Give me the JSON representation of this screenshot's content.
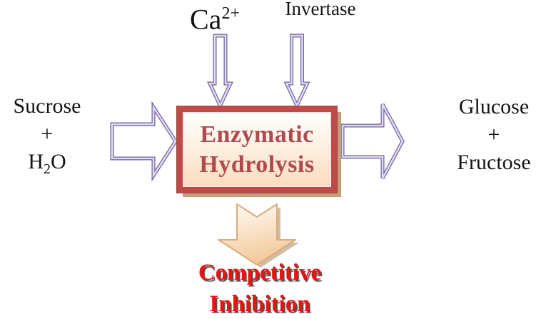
{
  "colors": {
    "background": "#ffffff",
    "box_border": "#bf4b48",
    "box_fill_top": "#ffffff",
    "box_fill_bottom": "#fbdcbe",
    "box_shadow": "#c1a17c",
    "box_title_text": "#b04a4e",
    "purple_arrow_line": "#6f5f9c",
    "purple_arrow_inner_line": "#e0daf0",
    "purple_arrow_fill": "#ffffff",
    "peach_top": "#fffdf9",
    "peach_bottom": "#f3ca9c",
    "peach_outline": "#dcab7c",
    "peach_shadow": "#c9b096",
    "inhibition_text": "#f50f0f",
    "label_text": "#141414"
  },
  "inputs": {
    "ca_base": "Ca",
    "ca_sup": "2+",
    "enzyme": "Invertase"
  },
  "reactants": {
    "line1": "Sucrose",
    "operator": "+",
    "water_pre": "H",
    "water_sub": "2",
    "water_post": "O"
  },
  "process": {
    "line1": "Enzymatic",
    "line2": "Hydrolysis"
  },
  "products": {
    "line1": "Glucose",
    "operator": "+",
    "line2": "Fructose"
  },
  "outcome": {
    "line1": "Competitive",
    "line2": "Inhibition"
  }
}
